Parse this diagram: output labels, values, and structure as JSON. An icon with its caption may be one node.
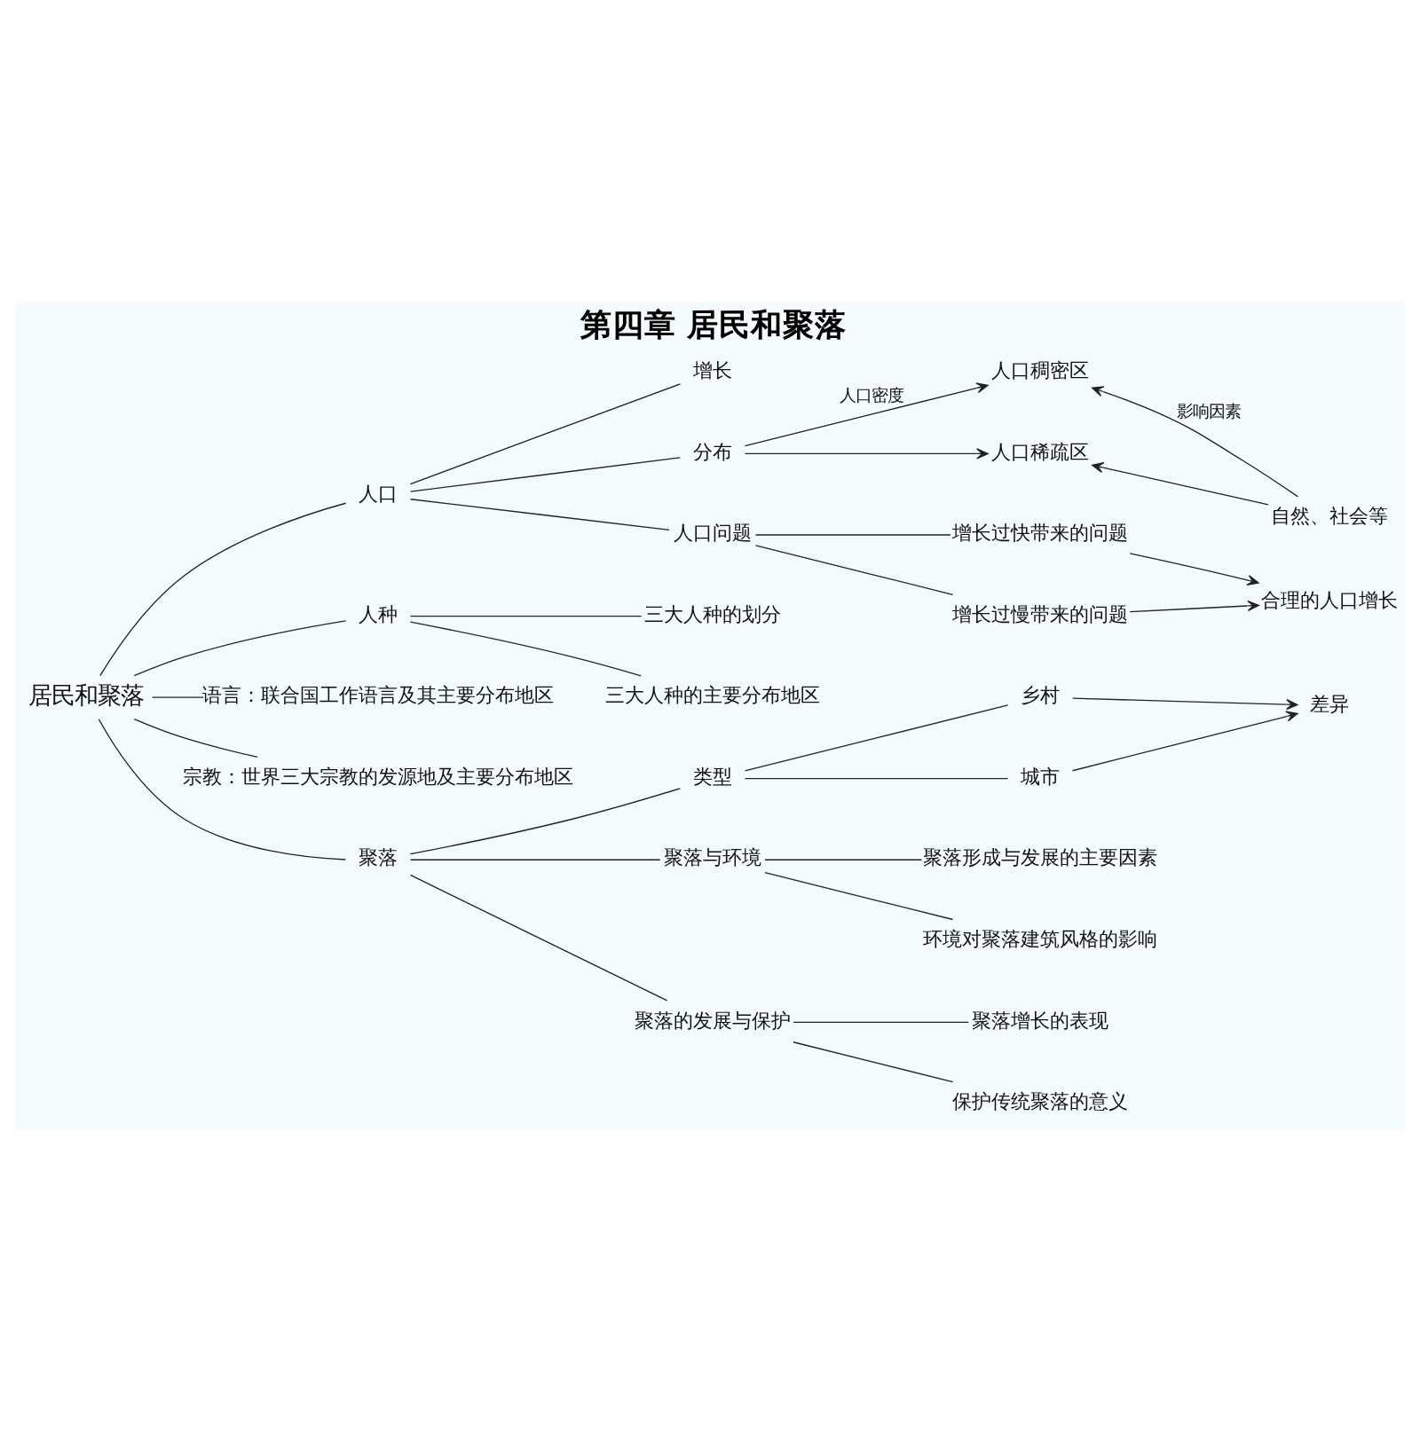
{
  "diagram": {
    "title": "第四章 居民和聚落",
    "nodes": [
      {
        "text": [
          "居民和聚落"
        ]
      },
      {
        "text": [
          "人口"
        ]
      },
      {
        "text": [
          "增长"
        ]
      },
      {
        "text": [
          "分布"
        ]
      },
      {
        "text": [
          "人口稠密区"
        ]
      },
      {
        "text": [
          "人口稀疏区"
        ]
      },
      {
        "text": [
          "自然、社会等"
        ]
      },
      {
        "text": [
          "人口问题"
        ]
      },
      {
        "text": [
          "增长过快带来的问题"
        ]
      },
      {
        "text": [
          "增长过慢带来的问题"
        ]
      },
      {
        "text": [
          "合理的人口增长"
        ]
      },
      {
        "text": [
          "人种"
        ]
      },
      {
        "text": [
          "三大人种的划分"
        ]
      },
      {
        "text": [
          "三大人种的主要分布地区"
        ]
      },
      {
        "text": [
          "语言：联合国工作语言及其主要分布地区"
        ]
      },
      {
        "text": [
          "宗教：世界三大宗教的发源地及主要分布地区"
        ]
      },
      {
        "text": [
          "聚落"
        ]
      },
      {
        "text": [
          "类型"
        ]
      },
      {
        "text": [
          "乡村"
        ]
      },
      {
        "text": [
          "城市"
        ]
      },
      {
        "text": [
          "差异"
        ]
      },
      {
        "text": [
          "聚落与环境"
        ]
      },
      {
        "text": [
          "聚落形成与发展的主要因素"
        ]
      },
      {
        "text": [
          "环境对聚落建筑风格的影响"
        ]
      },
      {
        "text": [
          "聚落的发展与保护"
        ]
      },
      {
        "text": [
          "聚落增长的表现"
        ]
      },
      {
        "text": [
          "保护传统聚落的意义"
        ]
      }
    ],
    "edges": [
      {
        "from": 0,
        "to": 1,
        "arrow": "none"
      },
      {
        "from": 0,
        "to": 11,
        "arrow": "none"
      },
      {
        "from": 0,
        "to": 14,
        "arrow": "none"
      },
      {
        "from": 0,
        "to": 15,
        "arrow": "none"
      },
      {
        "from": 0,
        "to": 16,
        "arrow": "none"
      },
      {
        "from": 1,
        "to": 2,
        "arrow": "none"
      },
      {
        "from": 1,
        "to": 3,
        "arrow": "none"
      },
      {
        "from": 1,
        "to": 7,
        "arrow": "none"
      },
      {
        "from": 3,
        "to": 4,
        "arrow": "to",
        "label": "人口密度"
      },
      {
        "from": 3,
        "to": 5,
        "arrow": "to"
      },
      {
        "from": 6,
        "to": 4,
        "arrow": "to",
        "label": "影响因素"
      },
      {
        "from": 6,
        "to": 5,
        "arrow": "to"
      },
      {
        "from": 7,
        "to": 8,
        "arrow": "none"
      },
      {
        "from": 7,
        "to": 9,
        "arrow": "none"
      },
      {
        "from": 8,
        "to": 10,
        "arrow": "to"
      },
      {
        "from": 9,
        "to": 10,
        "arrow": "to"
      },
      {
        "from": 11,
        "to": 12,
        "arrow": "none"
      },
      {
        "from": 11,
        "to": 13,
        "arrow": "none"
      },
      {
        "from": 16,
        "to": 17,
        "arrow": "none"
      },
      {
        "from": 16,
        "to": 21,
        "arrow": "none"
      },
      {
        "from": 16,
        "to": 24,
        "arrow": "none"
      },
      {
        "from": 17,
        "to": 18,
        "arrow": "none"
      },
      {
        "from": 17,
        "to": 19,
        "arrow": "none"
      },
      {
        "from": 18,
        "to": 20,
        "arrow": "to"
      },
      {
        "from": 19,
        "to": 20,
        "arrow": "to"
      },
      {
        "from": 21,
        "to": 22,
        "arrow": "none"
      },
      {
        "from": 21,
        "to": 23,
        "arrow": "none"
      },
      {
        "from": 24,
        "to": 25,
        "arrow": "none"
      },
      {
        "from": 24,
        "to": 26,
        "arrow": "none"
      }
    ]
  }
}
